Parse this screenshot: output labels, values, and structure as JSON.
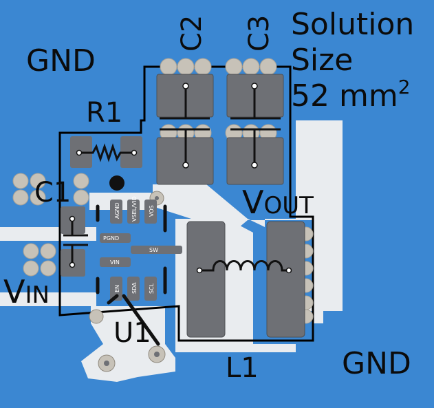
{
  "colors": {
    "board": "#3b87d2",
    "trace": "#e9ecef",
    "pad": "#6e7075",
    "via": "#c7c2b8",
    "outline": "#000000",
    "label": "#0b0b0b"
  },
  "labels": {
    "gnd_top_left": "GND",
    "gnd_bottom_right": "GND",
    "c2": "C2",
    "c3": "C3",
    "r1": "R1",
    "c1": "C1",
    "vout_main": "V",
    "vout_sub": "OUT",
    "vin_main": "V",
    "vin_sub": "IN",
    "u1": "U1",
    "l1": "L1",
    "solution_line1": "Solution",
    "solution_line2": "Size",
    "solution_line3": "52 mm",
    "solution_sup": "2"
  },
  "pins": {
    "agnd": "AGND",
    "vsel": "VSEL/VID",
    "vos": "VOS",
    "pgnd": "PGND",
    "sw": "SW",
    "vin": "VIN",
    "en": "EN",
    "sda": "SDA",
    "scl": "SCL"
  },
  "icons": [
    "resistor-symbol",
    "capacitor-symbol",
    "inductor-symbol",
    "pin1-marker"
  ]
}
